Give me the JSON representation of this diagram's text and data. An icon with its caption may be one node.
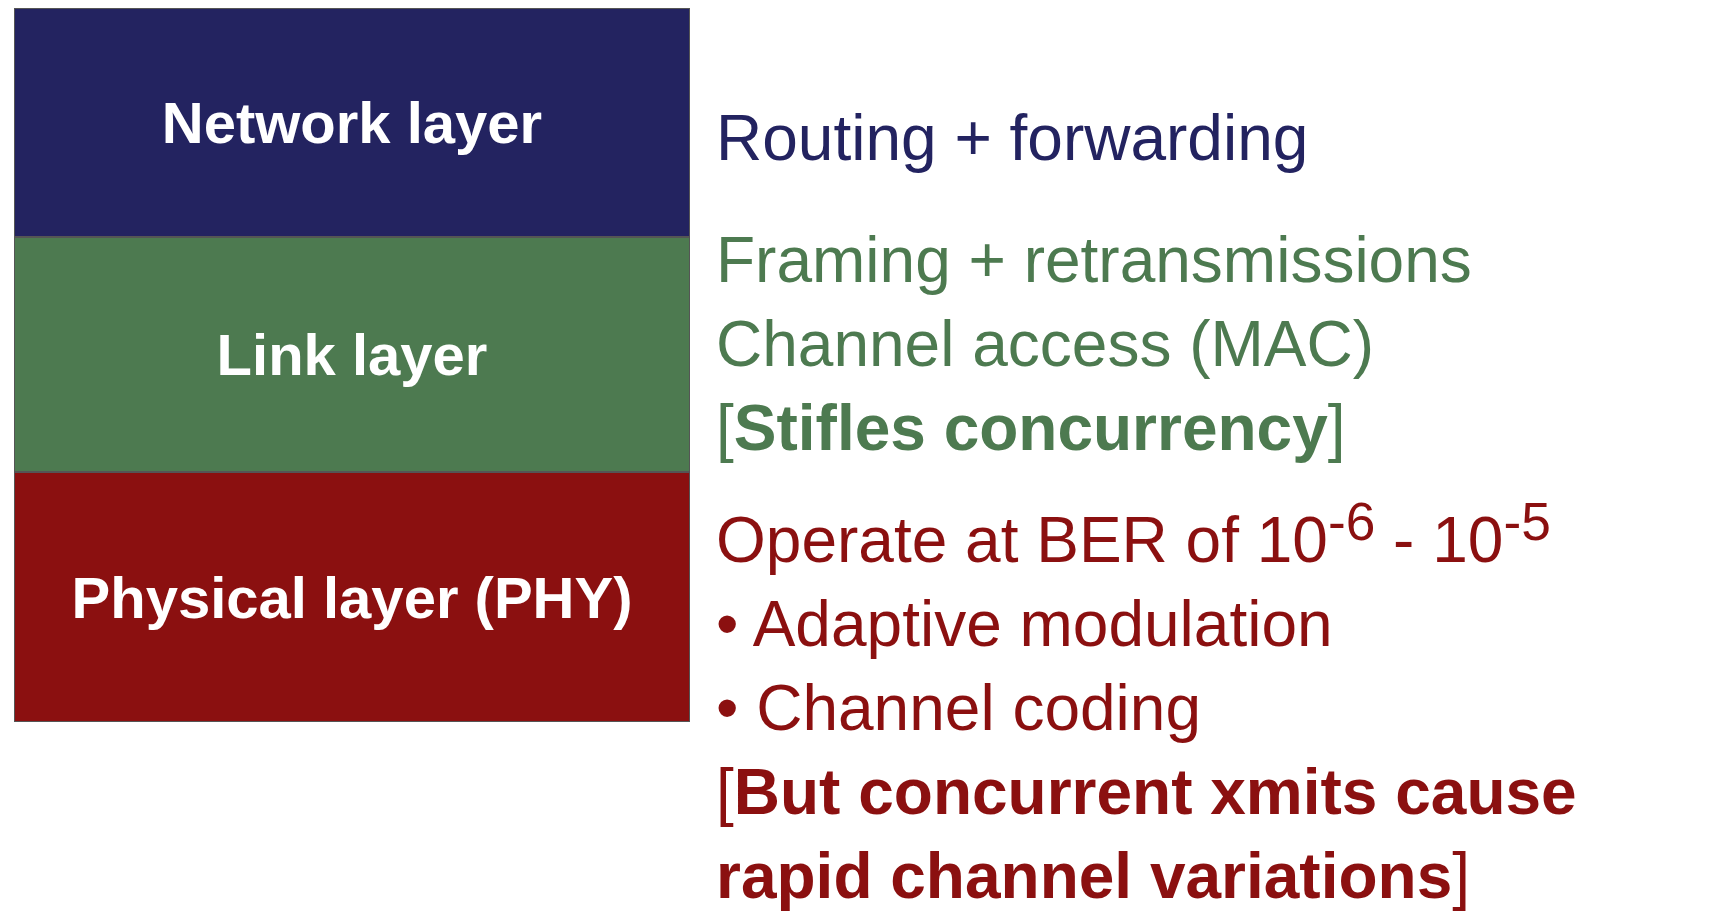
{
  "diagram": {
    "nodes": [
      {
        "text": [
          "Network layer"
        ],
        "beside": [
          "Routing + forwarding"
        ]
      },
      {
        "text": [
          "Link layer"
        ],
        "beside": [
          "Framing + retransmissions",
          "Channel access (MAC)",
          "[**Stifles concurrency**]"
        ]
      },
      {
        "text": [
          "Physical layer (PHY)"
        ],
        "beside": [
          "Operate at BER of 10$^{-6}$ - 10$^{-5}$",
          "• Adaptive modulation",
          "• Channel coding",
          "[**But concurrent xmits cause rapid channel variations**]"
        ]
      }
    ]
  }
}
